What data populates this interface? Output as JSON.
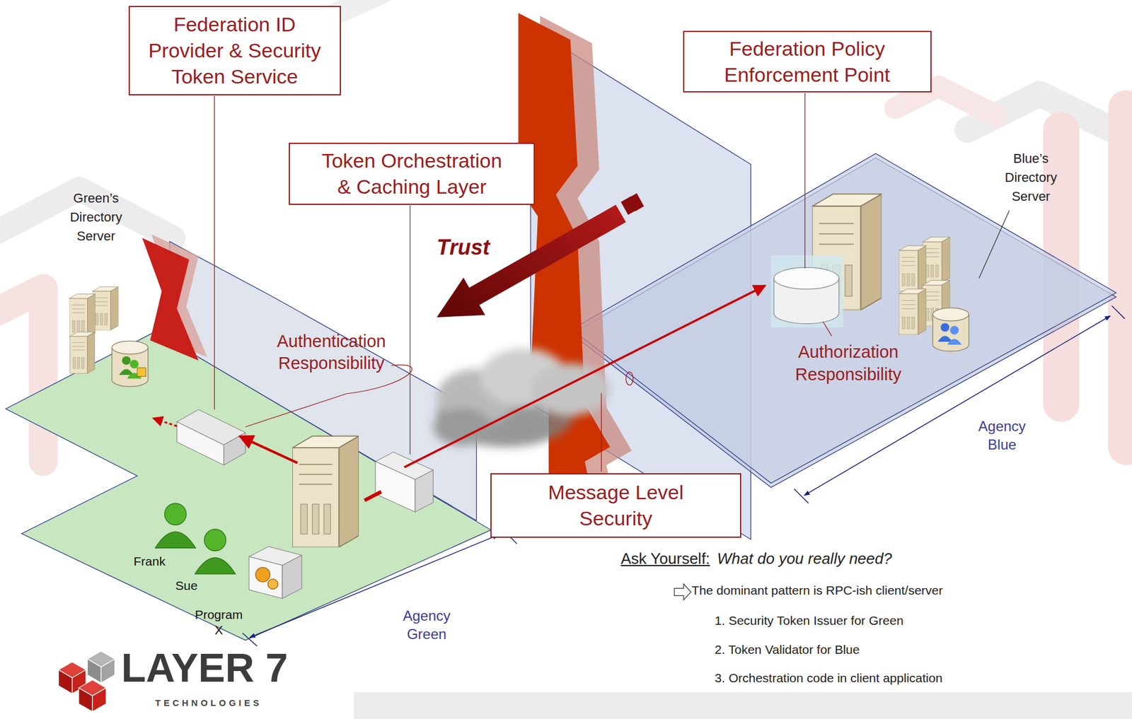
{
  "diagram": {
    "nodes": [
      {
        "text": [
          "Federation ID Provider & Security Token Service"
        ]
      },
      {
        "text": [
          "Federation Policy Enforcement Point"
        ]
      },
      {
        "text": [
          "Token Orchestration & Caching Layer"
        ]
      },
      {
        "text": [
          "Message Level Security"
        ]
      }
    ],
    "labels": [
      "Trust",
      "Green’s Directory Server",
      "Blue’s Directory Server",
      "Authentication Responsibility",
      "Authorization Responsibility",
      "Agency Blue",
      "Agency Green",
      "Frank",
      "Sue",
      "Program X",
      "Ask Yourself:",
      "What do you really need?",
      "The dominant pattern is RPC-ish client/server",
      "1. Security Token Issuer for Green",
      "2. Token Validator for Blue",
      "3. Orchestration code in client application",
      "LAYER 7",
      "TECHNOLOGIES"
    ]
  }
}
